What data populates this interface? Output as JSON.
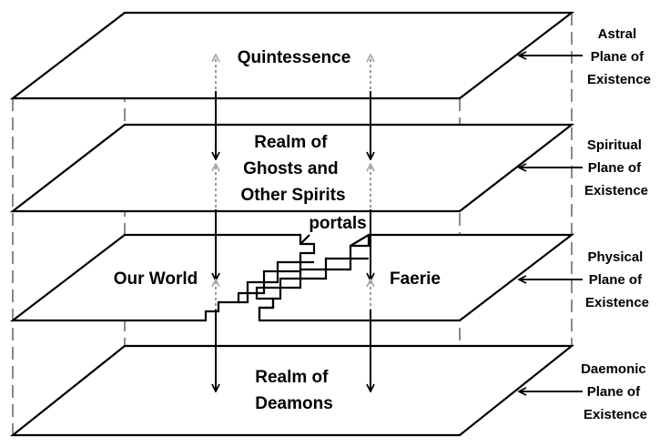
{
  "planes": {
    "astral": {
      "lines": [
        "Astral",
        "Plane of",
        "Existence"
      ]
    },
    "spiritual": {
      "lines": [
        "Spiritual",
        "Plane of",
        "Existence"
      ]
    },
    "physical": {
      "lines": [
        "Physical",
        "Plane of",
        "Existence"
      ]
    },
    "daemonic": {
      "lines": [
        "Daemonic",
        "Plane of",
        "Existence"
      ]
    }
  },
  "realms": {
    "quintessence": {
      "lines": [
        "Quintessence"
      ]
    },
    "ghosts": {
      "lines": [
        "Realm of",
        "Ghosts and",
        "Other Spirits"
      ]
    },
    "our_world": {
      "lines": [
        "Our World"
      ]
    },
    "faerie": {
      "lines": [
        "Faerie"
      ]
    },
    "demons": {
      "lines": [
        "Realm of",
        "Deamons"
      ]
    }
  },
  "portals_label": "portals",
  "colors": {
    "line": "#000000",
    "dashed": "#888888",
    "dotted": "#999999",
    "background": "#ffffff"
  }
}
